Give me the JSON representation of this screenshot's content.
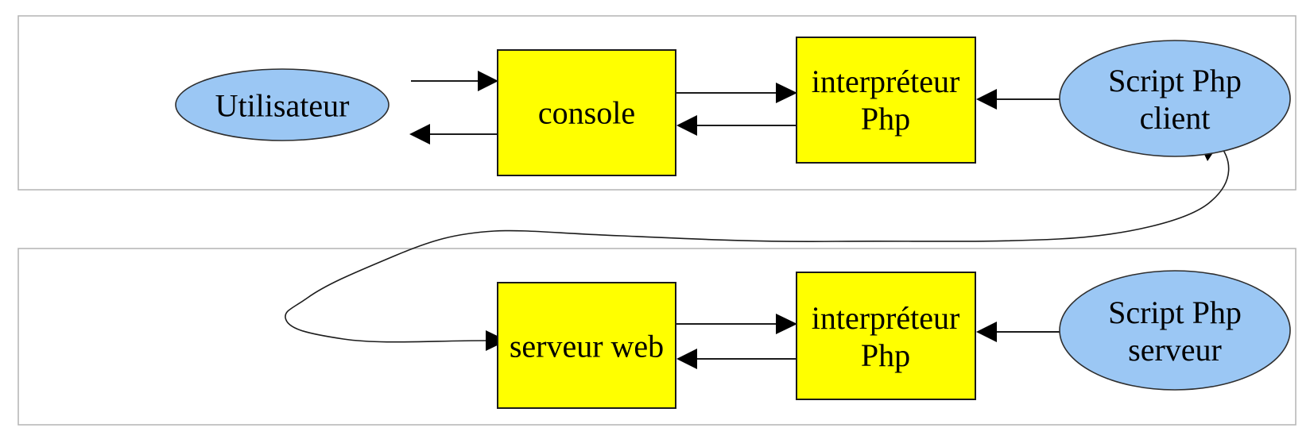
{
  "diagram_title": "",
  "colors": {
    "box_fill": "#ffff00",
    "ellipse_fill": "#9bc7f4",
    "panel_border": "#b4b4b4",
    "shape_stroke": "#1a1a1a",
    "arrow": "#000000",
    "text": "#000000",
    "background": "#ffffff"
  },
  "nodes": {
    "utilisateur": {
      "shape": "ellipse",
      "label": "Utilisateur"
    },
    "console": {
      "shape": "box",
      "label": "console"
    },
    "interpreteur_client": {
      "shape": "box",
      "line1": "interpréteur",
      "line2": "Php"
    },
    "script_php_client": {
      "shape": "ellipse",
      "line1": "Script Php",
      "line2": "client"
    },
    "serveur_web": {
      "shape": "box",
      "label": "serveur web"
    },
    "interpreteur_serveur": {
      "shape": "box",
      "line1": "interpréteur",
      "line2": "Php"
    },
    "script_php_serveur": {
      "shape": "ellipse",
      "line1": "Script Php",
      "line2": "serveur"
    }
  },
  "edges": [
    {
      "from": "utilisateur",
      "to": "console",
      "style": "straight"
    },
    {
      "from": "console",
      "to": "utilisateur",
      "style": "straight"
    },
    {
      "from": "console",
      "to": "interpreteur_client",
      "style": "straight"
    },
    {
      "from": "interpreteur_client",
      "to": "console",
      "style": "straight"
    },
    {
      "from": "script_php_client",
      "to": "interpreteur_client",
      "style": "straight"
    },
    {
      "from": "script_php_client",
      "to": "serveur_web",
      "style": "curved"
    },
    {
      "from": "serveur_web",
      "to": "interpreteur_serveur",
      "style": "straight"
    },
    {
      "from": "interpreteur_serveur",
      "to": "serveur_web",
      "style": "straight"
    },
    {
      "from": "script_php_serveur",
      "to": "interpreteur_serveur",
      "style": "straight"
    }
  ]
}
